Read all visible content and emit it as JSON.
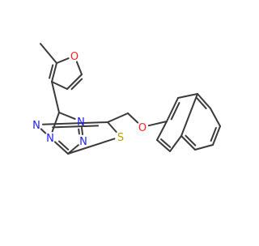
{
  "molecule": {
    "atoms": [
      {
        "id": "a1",
        "element": "O",
        "label": "O",
        "color": "#ff2020"
      },
      {
        "id": "a2",
        "element": "C",
        "label": ""
      },
      {
        "id": "a3",
        "element": "C",
        "label": ""
      },
      {
        "id": "a4",
        "element": "C",
        "label": ""
      },
      {
        "id": "a5",
        "element": "C",
        "label": ""
      },
      {
        "id": "a6",
        "element": "C",
        "label": ""
      },
      {
        "id": "a7",
        "element": "C",
        "label": ""
      },
      {
        "id": "a8",
        "element": "N",
        "label": "N",
        "color": "#2020ff"
      },
      {
        "id": "a9",
        "element": "N",
        "label": "N",
        "color": "#2020ff"
      },
      {
        "id": "a10",
        "element": "C",
        "label": ""
      },
      {
        "id": "a11",
        "element": "N",
        "label": "N",
        "color": "#2020ff"
      },
      {
        "id": "a12",
        "element": "N",
        "label": "N",
        "color": "#2020ff"
      },
      {
        "id": "a13",
        "element": "C",
        "label": ""
      },
      {
        "id": "a14",
        "element": "S",
        "label": "S",
        "color": "#b3a200"
      },
      {
        "id": "a15",
        "element": "C",
        "label": ""
      },
      {
        "id": "a16",
        "element": "O",
        "label": "O",
        "color": "#ff2020"
      },
      {
        "id": "a17",
        "element": "C",
        "label": ""
      },
      {
        "id": "a18",
        "element": "C",
        "label": ""
      },
      {
        "id": "a19",
        "element": "C",
        "label": ""
      },
      {
        "id": "a20",
        "element": "C",
        "label": ""
      },
      {
        "id": "a21",
        "element": "C",
        "label": ""
      },
      {
        "id": "a22",
        "element": "C",
        "label": ""
      },
      {
        "id": "a23",
        "element": "C",
        "label": ""
      },
      {
        "id": "a24",
        "element": "C",
        "label": ""
      },
      {
        "id": "a25",
        "element": "C",
        "label": ""
      },
      {
        "id": "a26",
        "element": "C",
        "label": ""
      },
      {
        "id": "a27",
        "element": "C",
        "label": ""
      }
    ],
    "bonds": [
      {
        "from": "a1",
        "to": "a2",
        "order": 1
      },
      {
        "from": "a2",
        "to": "a3",
        "order": 2
      },
      {
        "from": "a2",
        "to": "a4",
        "order": 1
      },
      {
        "from": "a3",
        "to": "a5",
        "order": 1
      },
      {
        "from": "a5",
        "to": "a6",
        "order": 2
      },
      {
        "from": "a6",
        "to": "a1",
        "order": 1
      },
      {
        "from": "a3",
        "to": "a7",
        "order": 1
      },
      {
        "from": "a7",
        "to": "a8",
        "order": 1
      },
      {
        "from": "a8",
        "to": "a9",
        "order": 2
      },
      {
        "from": "a9",
        "to": "a10",
        "order": 1
      },
      {
        "from": "a10",
        "to": "a11",
        "order": 2
      },
      {
        "from": "a11",
        "to": "a7",
        "order": 1
      },
      {
        "from": "a11",
        "to": "a12",
        "order": 1
      },
      {
        "from": "a12",
        "to": "a13",
        "order": 2
      },
      {
        "from": "a13",
        "to": "a14",
        "order": 1
      },
      {
        "from": "a14",
        "to": "a10",
        "order": 1
      },
      {
        "from": "a13",
        "to": "a15",
        "order": 1
      },
      {
        "from": "a15",
        "to": "a16",
        "order": 1
      },
      {
        "from": "a16",
        "to": "a17",
        "order": 1
      },
      {
        "from": "a17",
        "to": "a18",
        "order": 2
      },
      {
        "from": "a18",
        "to": "a19",
        "order": 1
      },
      {
        "from": "a19",
        "to": "a20",
        "order": 2
      },
      {
        "from": "a20",
        "to": "a21",
        "order": 1
      },
      {
        "from": "a21",
        "to": "a22",
        "order": 2
      },
      {
        "from": "a22",
        "to": "a23",
        "order": 1
      },
      {
        "from": "a23",
        "to": "a24",
        "order": 2
      },
      {
        "from": "a24",
        "to": "a19",
        "order": 1
      },
      {
        "from": "a24",
        "to": "a25",
        "order": 1
      },
      {
        "from": "a25",
        "to": "a26",
        "order": 2
      },
      {
        "from": "a26",
        "to": "a17",
        "order": 1
      }
    ]
  }
}
